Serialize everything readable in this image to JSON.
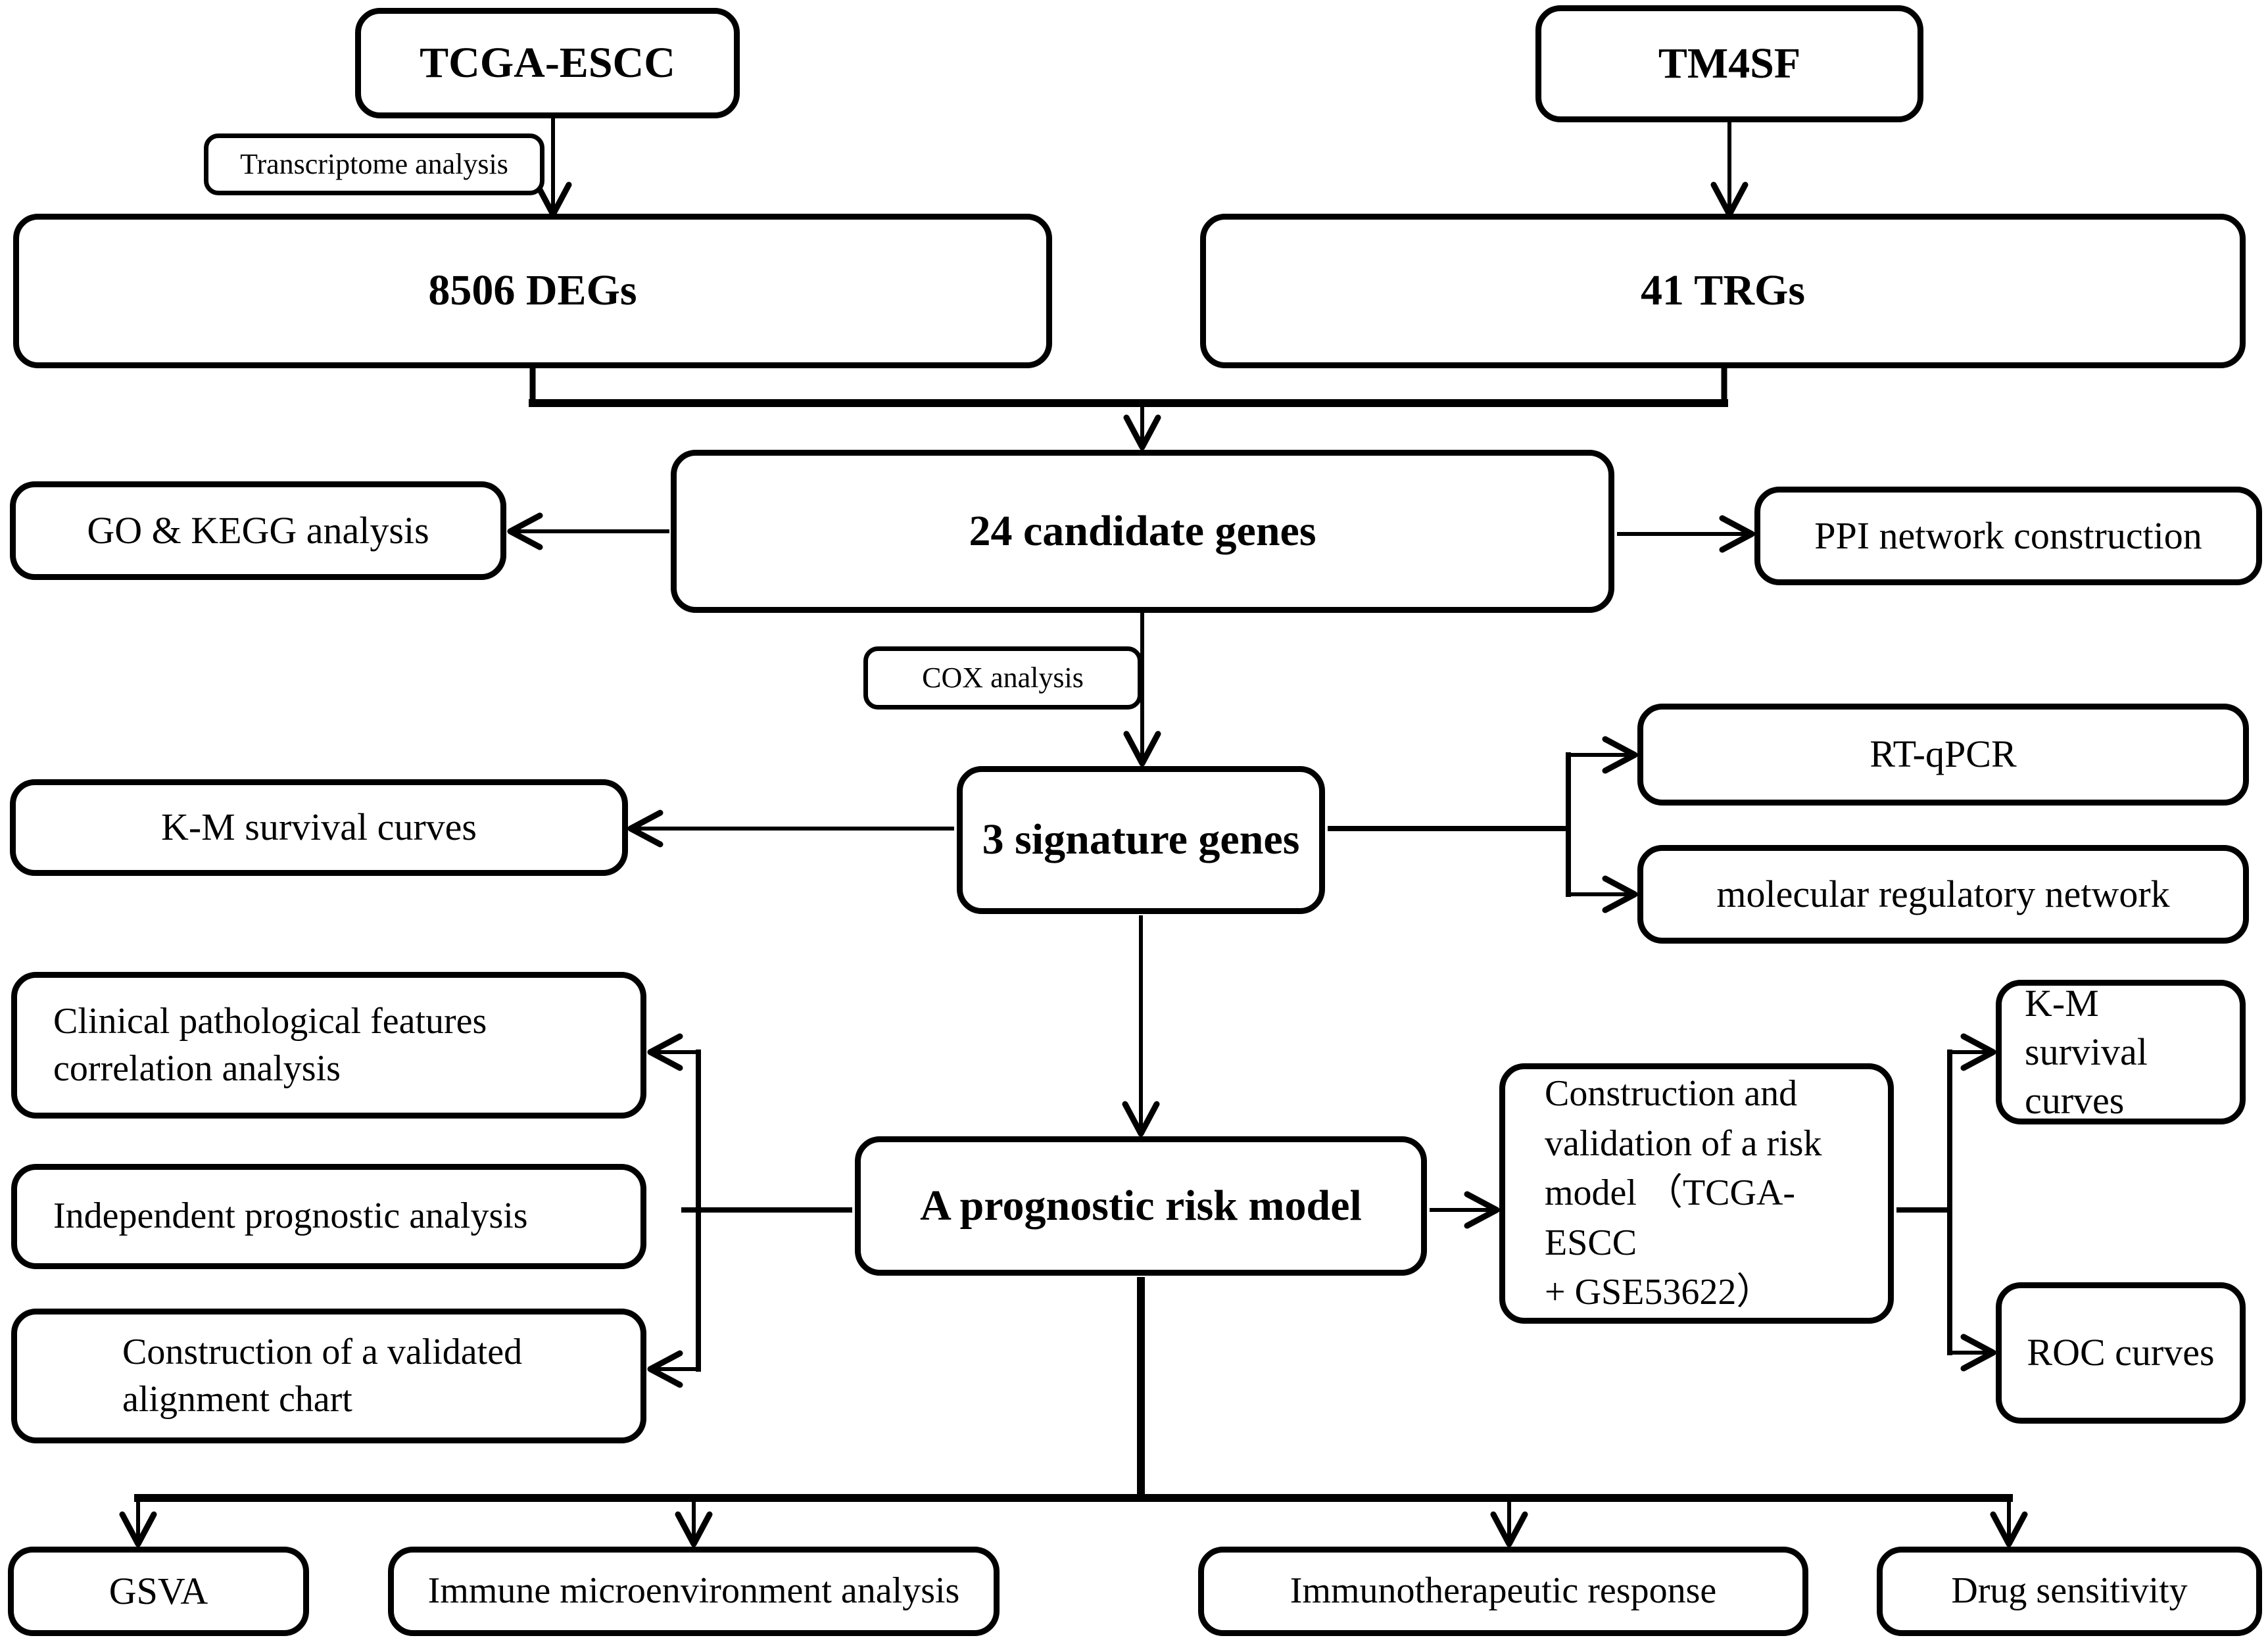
{
  "diagram": {
    "title_hint": "Study workflow flowchart",
    "colors": {
      "background": "#ffffff",
      "line": "#000000",
      "box_fill": "#ffffff",
      "text": "#000000"
    },
    "nodes": {
      "tcga": {
        "label": "TCGA-ESCC"
      },
      "tm4sf": {
        "label": "TM4SF"
      },
      "transcriptome": {
        "label": "Transcriptome analysis"
      },
      "degs": {
        "label": "8506 DEGs"
      },
      "trgs": {
        "label": "41 TRGs"
      },
      "gokegg": {
        "label": "GO & KEGG analysis"
      },
      "candidate": {
        "label": "24 candidate genes"
      },
      "ppi": {
        "label": "PPI network construction"
      },
      "cox": {
        "label": "COX analysis"
      },
      "km_left": {
        "label": "K-M survival curves"
      },
      "signature": {
        "label": "3 signature genes"
      },
      "rtqpcr": {
        "label": "RT-qPCR"
      },
      "molnet": {
        "label": "molecular regulatory network"
      },
      "clinical": {
        "lines": [
          "Clinical pathological features",
          "correlation analysis"
        ]
      },
      "independent": {
        "label": "Independent prognostic analysis"
      },
      "alignment": {
        "lines": [
          "Construction of a validated",
          "alignment chart"
        ]
      },
      "risk": {
        "label": "A prognostic risk model"
      },
      "construction": {
        "lines": [
          "Construction and",
          "validation of a risk",
          "model （TCGA-ESCC",
          "+ GSE53622）"
        ]
      },
      "km_right": {
        "lines": [
          "K-M survival",
          "curves"
        ]
      },
      "roc": {
        "label": "ROC curves"
      },
      "gsva": {
        "label": "GSVA"
      },
      "immune": {
        "label": "Immune microenvironment analysis"
      },
      "immunoresp": {
        "label": "Immunotherapeutic response"
      },
      "drug": {
        "label": "Drug sensitivity"
      }
    }
  }
}
